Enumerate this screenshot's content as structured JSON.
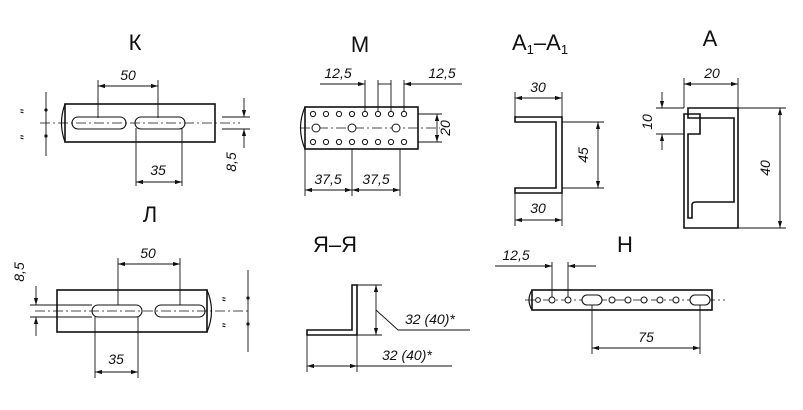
{
  "views": {
    "K": {
      "label": "К",
      "dims": [
        "50",
        "35",
        "8,5"
      ],
      "marks": [
        "\"",
        "\""
      ]
    },
    "M": {
      "label": "М",
      "dims": [
        "12,5",
        "12,5",
        "20",
        "37,5",
        "37,5"
      ]
    },
    "A1": {
      "label": "А",
      "sub": "1",
      "dash": "–",
      "label2": "А",
      "sub2": "1",
      "dims": [
        "30",
        "45",
        "30"
      ]
    },
    "A": {
      "label": "А",
      "dims": [
        "20",
        "10",
        "40"
      ]
    },
    "L": {
      "label": "Л",
      "dims": [
        "50",
        "8,5",
        "35"
      ],
      "marks": [
        "\"",
        "\""
      ]
    },
    "YaYa": {
      "label": "Я–Я",
      "dims": [
        "32 (40)*",
        "32 (40)*"
      ]
    },
    "N": {
      "label": "Н",
      "dims": [
        "12,5",
        "75"
      ]
    }
  }
}
